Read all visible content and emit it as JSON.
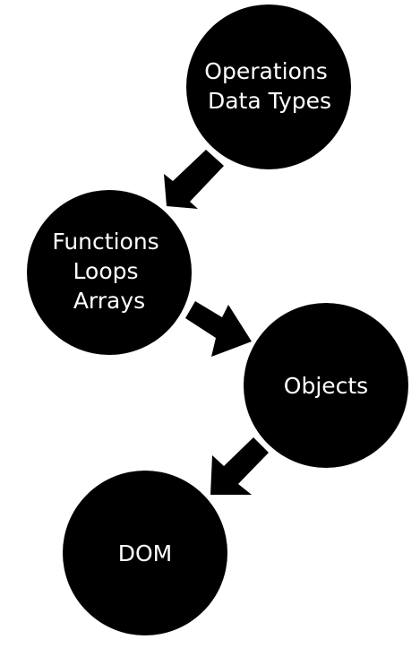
{
  "diagram": {
    "background": "#ffffff",
    "node_color": "#000000",
    "text_color": "#ffffff",
    "arrow_color": "#000000",
    "nodes": [
      {
        "id": "operations",
        "lines": [
          "Operations",
          "Data Types"
        ]
      },
      {
        "id": "functions",
        "lines": [
          "Functions",
          "Loops",
          "Arrays"
        ]
      },
      {
        "id": "objects",
        "lines": [
          "Objects"
        ]
      },
      {
        "id": "dom",
        "lines": [
          "DOM"
        ]
      }
    ],
    "edges": [
      {
        "from": "operations",
        "to": "functions"
      },
      {
        "from": "functions",
        "to": "objects"
      },
      {
        "from": "objects",
        "to": "dom"
      }
    ]
  }
}
